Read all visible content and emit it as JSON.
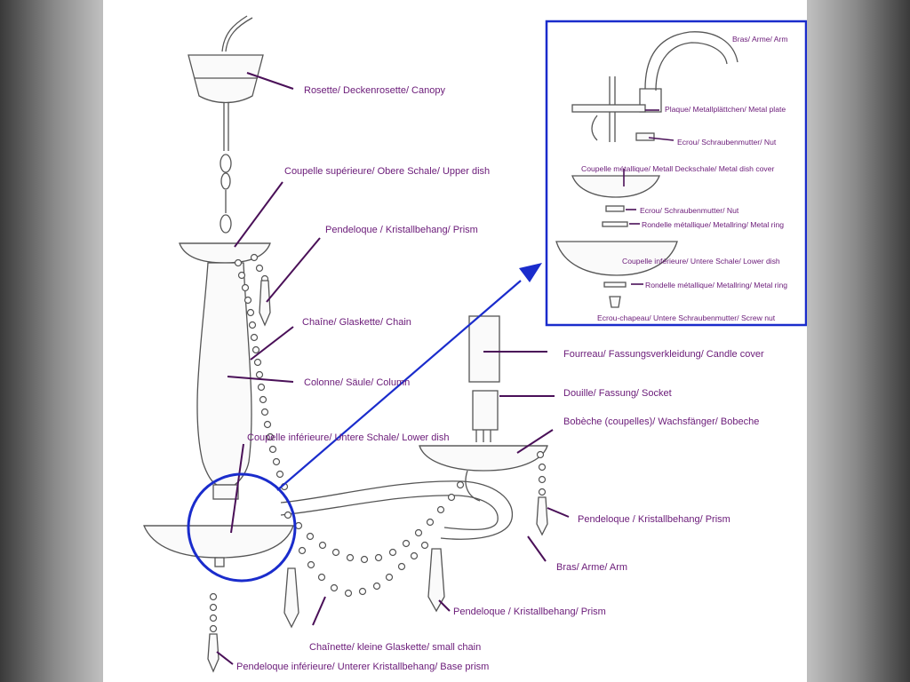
{
  "main_labels": {
    "canopy": "Rosette/ Deckenrosette/ Canopy",
    "upper_dish": "Coupelle supérieure/ Obere Schale/ Upper dish",
    "prism_top": "Pendeloque / Kristallbehang/ Prism",
    "chain": "Chaîne/ Glaskette/ Chain",
    "column": "Colonne/ Säule/ Column",
    "lower_dish": "Coupelle inférieure/ Untere Schale/ Lower dish",
    "candle_cover": "Fourreau/ Fassungsverkleidung/ Candle cover",
    "socket": "Douille/ Fassung/ Socket",
    "bobeche": "Bobèche (coupelles)/ Wachsfänger/ Bobeche",
    "prism_right": "Pendeloque / Kristallbehang/ Prism",
    "arm": "Bras/ Arme/ Arm",
    "prism_bottom": "Pendeloque / Kristallbehang/ Prism",
    "small_chain": "Chaînette/ kleine Glaskette/ small chain",
    "base_prism": "Pendeloque inférieure/ Unterer Kristallbehang/ Base prism"
  },
  "inset_labels": {
    "arm": "Bras/ Arme/ Arm",
    "metal_plate": "Plaque/ Metallplättchen/ Metal plate",
    "nut_1": "Ecrou/ Schraubenmutter/ Nut",
    "metal_dish_cover": "Coupelle métallique/ Metall Deckschale/ Metal dish cover",
    "nut_2": "Ecrou/ Schraubenmutter/ Nut",
    "metal_ring_1": "Rondelle métallique/ Metallring/ Metal ring",
    "lower_dish": "Coupelle inférieure/ Untere Schale/ Lower dish",
    "metal_ring_2": "Rondelle métallique/ Metallring/ Metal ring",
    "screw_nut": "Ecrou-chapeau/ Untere Schraubenmutter/ Screw nut"
  },
  "colors": {
    "label_text": "#6a1a78",
    "leader_line": "#4a1058",
    "highlight": "#1a2ccc"
  }
}
